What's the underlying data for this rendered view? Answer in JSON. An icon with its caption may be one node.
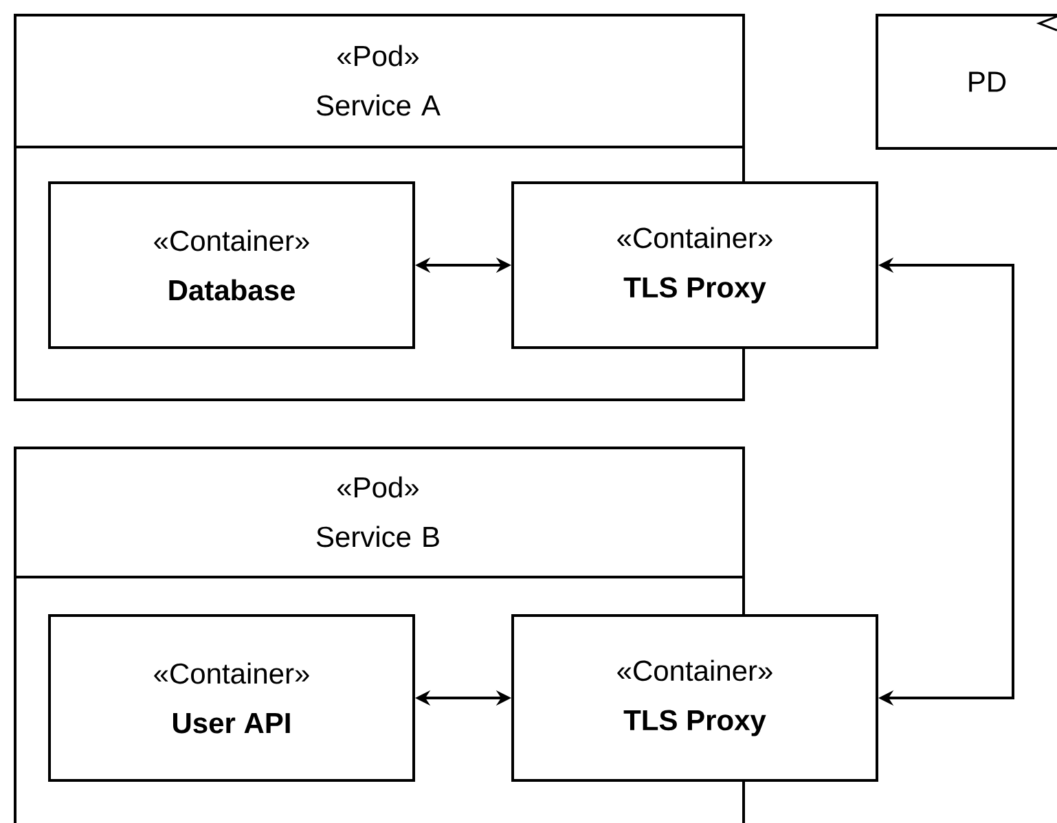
{
  "diagram": {
    "nodes": [
      {
        "text": [
          "«Pod» Service A"
        ]
      },
      {
        "text": [
          "«Container»",
          "Database"
        ],
        "in": 0
      },
      {
        "text": [
          "«Container»",
          "TLS Proxy"
        ]
      },
      {
        "text": [
          "«Pod» Service B"
        ]
      },
      {
        "text": [
          "«Container»",
          "User API"
        ],
        "in": 3
      },
      {
        "text": [
          "«Container»",
          "TLS Proxy"
        ]
      },
      {
        "text": [
          "PD"
        ]
      }
    ],
    "edges": [
      {
        "from": 1,
        "to": 2,
        "arrow": "both"
      },
      {
        "from": 4,
        "to": 5,
        "arrow": "both"
      },
      {
        "from": 2,
        "to": 5,
        "arrow": "both"
      }
    ]
  }
}
